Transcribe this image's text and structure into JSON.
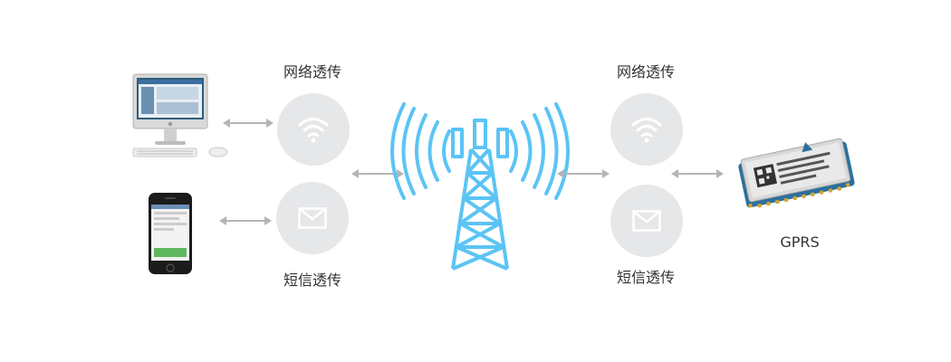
{
  "labels": {
    "left_network": "网络透传",
    "left_sms": "短信透传",
    "right_network": "网络透传",
    "right_sms": "短信透传",
    "module": "GPRS"
  },
  "icons": {
    "computer": "desktop-computer-icon",
    "phone": "smartphone-icon",
    "wifi": "wifi-icon",
    "sms": "envelope-icon",
    "tower": "cell-tower-icon",
    "module": "gprs-module-icon",
    "arrow": "double-arrow-icon"
  },
  "colors": {
    "tower": "#5bc4f5",
    "circle": "#e6e7e9",
    "arrow": "#b5b5b5",
    "label": "#333333"
  }
}
